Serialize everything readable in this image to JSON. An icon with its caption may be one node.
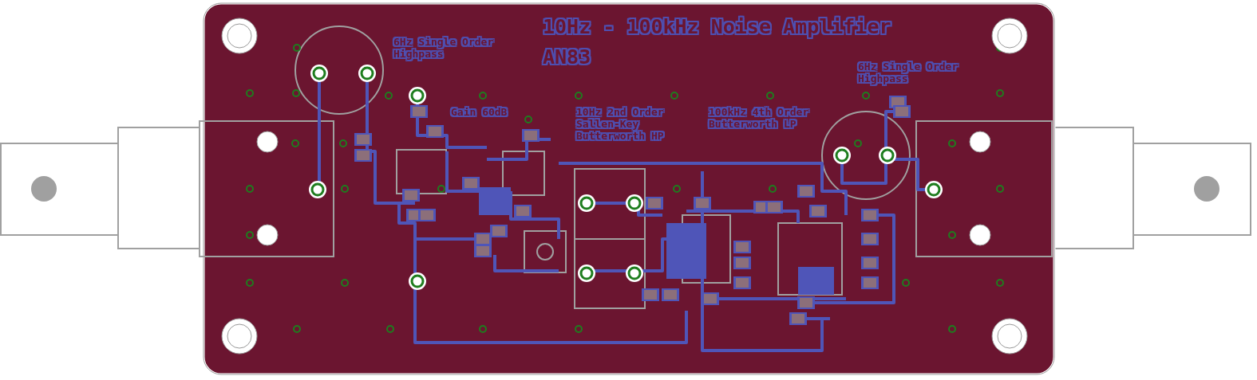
{
  "diagram": {
    "title": "10Hz - 100kHz Noise Amplifier",
    "labels": [
      "6Hz Single Order Highpass",
      "AN83",
      "6Hz Single Order Highpass",
      "Gain 60dB",
      "10Hz 2nd Order Sallen-Key Butterworth HP",
      "100kHz 4th Order Butterworth LP"
    ]
  }
}
